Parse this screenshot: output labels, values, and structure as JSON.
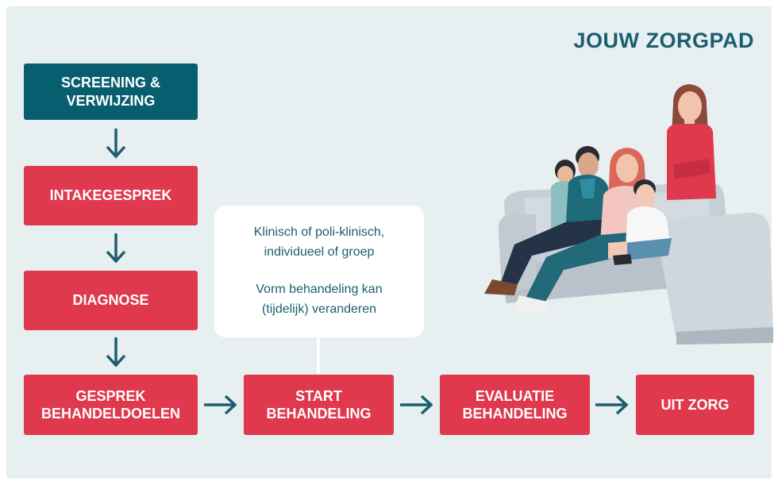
{
  "title": "JOUW ZORGPAD",
  "colors": {
    "panel_bg": "#e8eff1",
    "teal": "#075e6f",
    "red": "#e0384c",
    "arrow": "#1b5f6e",
    "title_text": "#1b5f6e"
  },
  "steps": {
    "screening": "SCREENING &\nVERWIJZING",
    "intake": "INTAKEGESPREK",
    "diagnose": "DIAGNOSE",
    "gesprek": "GESPREK\nBEHANDELDOELEN",
    "start": "START\nBEHANDELING",
    "evaluatie": "EVALUATIE\nBEHANDELING",
    "uit_zorg": "UIT ZORG"
  },
  "note": {
    "line1": "Klinisch of poli-klinisch,\nindividueel of groep",
    "line2": "Vorm behandeling kan\n(tijdelijk) veranderen"
  },
  "icons": {
    "arrow_down": "arrow-down-icon",
    "arrow_right": "arrow-right-icon",
    "family": "family-on-sofa-illustration"
  }
}
